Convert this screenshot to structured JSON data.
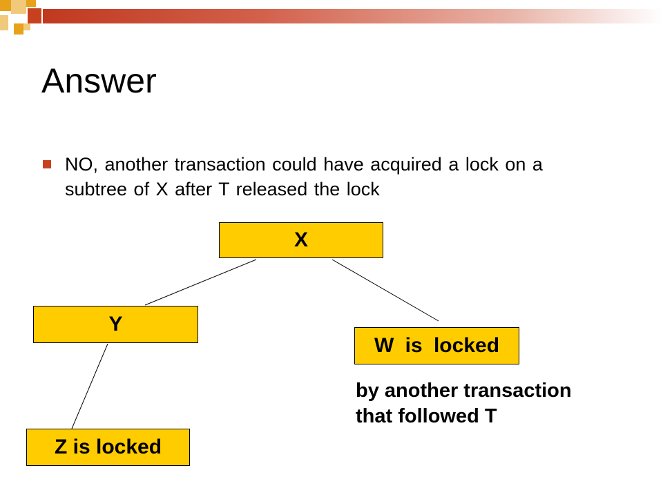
{
  "slide": {
    "title": "Answer",
    "bullets": [
      "NO, another transaction could have acquired a lock on a subtree of X after T released the lock"
    ]
  },
  "diagram": {
    "nodes": {
      "x": "X",
      "y": "Y",
      "w": "W  is locked",
      "z": "Z is locked"
    },
    "annotation": {
      "line1": "by another transaction",
      "line2": "that followed T"
    }
  },
  "colors": {
    "node_fill": "#ffcc00",
    "accent": "#c8411f",
    "header_square_gold": "#e8a21a"
  }
}
